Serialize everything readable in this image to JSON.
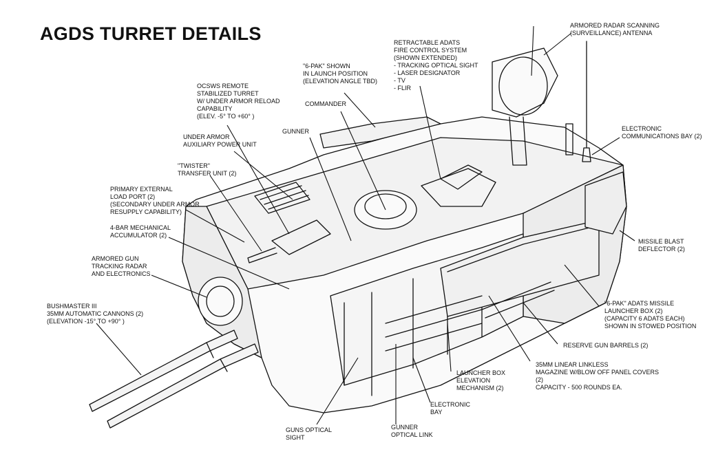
{
  "title": "AGDS TURRET DETAILS",
  "labels": {
    "radar_antenna": [
      "ARMORED RADAR SCANNING",
      "(SURVEILLANCE) ANTENNA"
    ],
    "adats_fcs": [
      "RETRACTABLE ADATS",
      "FIRE CONTROL SYSTEM",
      "(SHOWN EXTENDED)",
      " - TRACKING OPTICAL SIGHT",
      " - LASER DESIGNATOR",
      " - TV",
      " - FLIR"
    ],
    "sixpak_launch": [
      "\"6-PAK\" SHOWN",
      "IN LAUNCH POSITION",
      "(ELEVATION ANGLE TBD)"
    ],
    "ocsws": [
      "OCSWS REMOTE",
      "STABILIZED TURRET",
      "W/ UNDER ARMOR RELOAD",
      "CAPABILITY",
      "(ELEV. -5°  TO +60° )"
    ],
    "commander": [
      "COMMANDER"
    ],
    "gunner": [
      "GUNNER"
    ],
    "apu": [
      "UNDER ARMOR",
      "AUXILIARY POWER UNIT"
    ],
    "twister": [
      "\"TWISTER\"",
      "TRANSFER UNIT (2)"
    ],
    "load_port": [
      "PRIMARY EXTERNAL",
      "LOAD PORT (2)",
      "(SECONDARY UNDER ARMOR",
      "RESUPPLY CAPABILITY)"
    ],
    "accumulator": [
      "4-BAR MECHANICAL",
      "ACCUMULATOR (2)"
    ],
    "gun_radar": [
      "ARMORED GUN",
      "TRACKING RADAR",
      "AND ELECTRONICS"
    ],
    "bushmaster": [
      "BUSHMASTER III",
      "35mm AUTOMATIC CANNONS (2)",
      "(ELEVATION -15°  TO +90° )"
    ],
    "comms_bay": [
      "ELECTRONIC",
      "COMMUNICATIONS BAY (2)"
    ],
    "blast_deflector": [
      "MISSILE BLAST",
      "DEFLECTOR (2)"
    ],
    "sixpak_box": [
      "\"6-PAK\" ADATS MISSILE",
      "LAUNCHER BOX (2)",
      "(CAPACITY 6 ADATS EACH)",
      "SHOWN IN STOWED POSITION"
    ],
    "reserve_barrels": [
      "RESERVE GUN BARRELS (2)"
    ],
    "magazine": [
      "35mm LINEAR LINKLESS",
      "MAGAZINE W/BLOW OFF PANEL COVERS",
      "(2)",
      "CAPACITY - 500 ROUNDS EA."
    ],
    "elevation_mech": [
      "LAUNCHER BOX",
      "ELEVATION",
      "MECHANISM (2)"
    ],
    "electronic_bay": [
      "ELECTRONIC",
      "BAY"
    ],
    "gunner_link": [
      "GUNNER",
      "OPTICAL LINK"
    ],
    "guns_sight": [
      "GUNS OPTICAL",
      "SIGHT"
    ]
  }
}
